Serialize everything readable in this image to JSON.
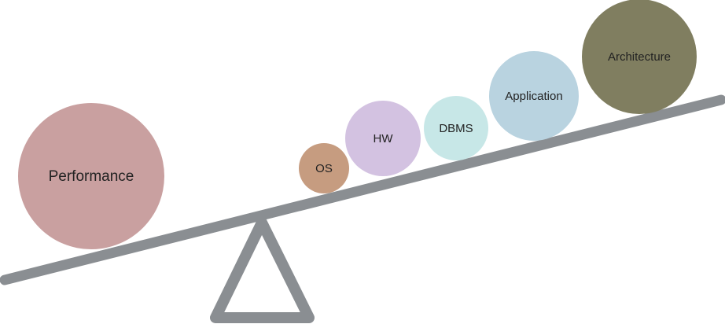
{
  "colors": {
    "beam": "#8a8e92",
    "fulcrum": "#8a8e92",
    "label_text": "#222222"
  },
  "circles": [
    {
      "id": "performance",
      "label": "Performance",
      "color": "#c9a0a0"
    },
    {
      "id": "os",
      "label": "OS",
      "color": "#c69c80"
    },
    {
      "id": "hw",
      "label": "HW",
      "color": "#d3c2e1"
    },
    {
      "id": "dbms",
      "label": "DBMS",
      "color": "#c7e7e7"
    },
    {
      "id": "application",
      "label": "Application",
      "color": "#b9d3e0"
    },
    {
      "id": "architecture",
      "label": "Architecture",
      "color": "#807e60"
    }
  ]
}
